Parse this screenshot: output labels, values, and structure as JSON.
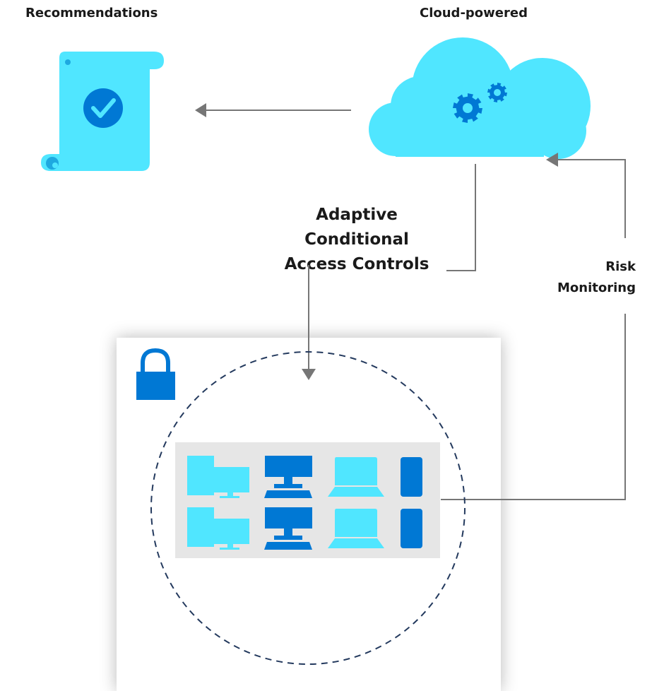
{
  "labels": {
    "recommendations": "Recommendations",
    "cloud": "Cloud-powered",
    "adaptive": [
      "Adaptive",
      "Conditional",
      "Access Controls"
    ],
    "risk": [
      "Risk",
      "Monitoring"
    ]
  },
  "icons": {
    "scroll": "scroll-checkmark-icon",
    "cloud": "cloud-gears-icon",
    "lock": "padlock-icon"
  },
  "devices": {
    "rows": [
      [
        "desktop-tower",
        "desktop-monitor",
        "laptop",
        "phone"
      ],
      [
        "desktop-tower",
        "desktop-monitor",
        "laptop",
        "phone"
      ]
    ]
  },
  "colors": {
    "light_blue": "#50e6ff",
    "dark_blue": "#0078d4",
    "arrow_gray": "#767676",
    "dashed_circle": "#243a5e",
    "device_panel_bg": "#e6e6e6"
  }
}
